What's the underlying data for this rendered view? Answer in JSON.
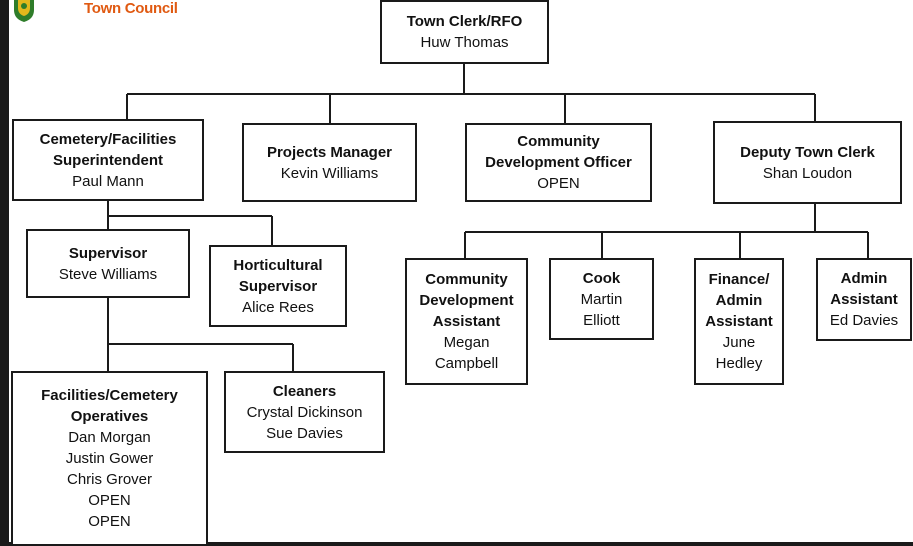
{
  "brand": {
    "name": "Town Council"
  },
  "nodes": {
    "town_clerk": {
      "title": "Town Clerk/RFO",
      "names": [
        "Huw Thomas"
      ]
    },
    "cemetery_super": {
      "title_lines": [
        "Cemetery/Facilities",
        "Superintendent"
      ],
      "names": [
        "Paul Mann"
      ]
    },
    "projects_manager": {
      "title": "Projects Manager",
      "names": [
        "Kevin Williams"
      ]
    },
    "community_dev_officer": {
      "title_lines": [
        "Community",
        "Development Officer"
      ],
      "names": [
        "OPEN"
      ]
    },
    "deputy_clerk": {
      "title": "Deputy Town Clerk",
      "names": [
        "Shan Loudon"
      ]
    },
    "supervisor": {
      "title": "Supervisor",
      "names": [
        "Steve Williams"
      ]
    },
    "horticultural": {
      "title_lines": [
        "Horticultural",
        "Supervisor"
      ],
      "names": [
        "Alice Rees"
      ]
    },
    "facilities_ops": {
      "title_lines": [
        "Facilities/Cemetery",
        "Operatives"
      ],
      "names": [
        "Dan Morgan",
        "Justin Gower",
        "Chris Grover",
        "OPEN",
        "OPEN"
      ]
    },
    "cleaners": {
      "title": "Cleaners",
      "names": [
        "Crystal Dickinson",
        "Sue Davies"
      ]
    },
    "community_dev_assistant": {
      "title_lines": [
        "Community",
        "Development",
        "Assistant"
      ],
      "names": [
        "Megan",
        "Campbell"
      ]
    },
    "cook": {
      "title": "Cook",
      "names": [
        "Martin",
        "Elliott"
      ]
    },
    "finance_admin": {
      "title_lines": [
        "Finance/",
        "Admin",
        "Assistant"
      ],
      "names": [
        "June",
        "Hedley"
      ]
    },
    "admin_assistant": {
      "title_lines": [
        "Admin",
        "Assistant"
      ],
      "names": [
        "Ed Davies"
      ]
    }
  }
}
